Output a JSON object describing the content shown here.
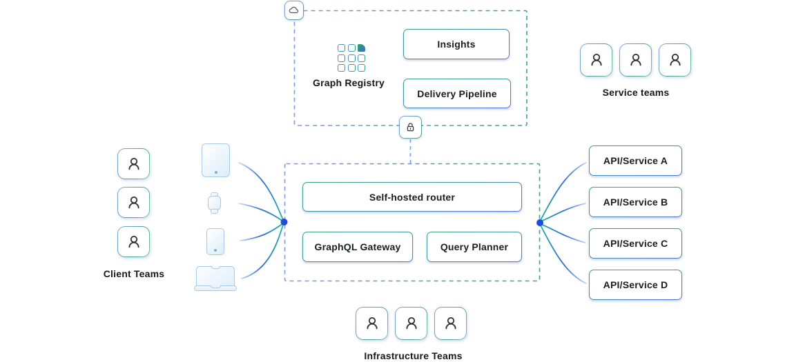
{
  "colors": {
    "wire_blue": "#2e6bd3",
    "wire_teal": "#1fb3a4",
    "dot_blue": "#1c4ed8",
    "node_border_teal": "#36a383",
    "node_border_blue": "#4b7ad2",
    "device_stroke_blue": "#a7cae8"
  },
  "registry_panel": {
    "title": "Graph Registry",
    "insights_label": "Insights",
    "delivery_label": "Delivery Pipeline"
  },
  "router_panel": {
    "router_label": "Self-hosted router",
    "gateway_label": "GraphQL Gateway",
    "planner_label": "Query Planner"
  },
  "api_services": {
    "a": "API/Service A",
    "b": "API/Service B",
    "c": "API/Service C",
    "d": "API/Service D"
  },
  "teams": {
    "client_label": "Client Teams",
    "service_label": "Service teams",
    "infrastructure_label": "Infrastructure Teams"
  }
}
